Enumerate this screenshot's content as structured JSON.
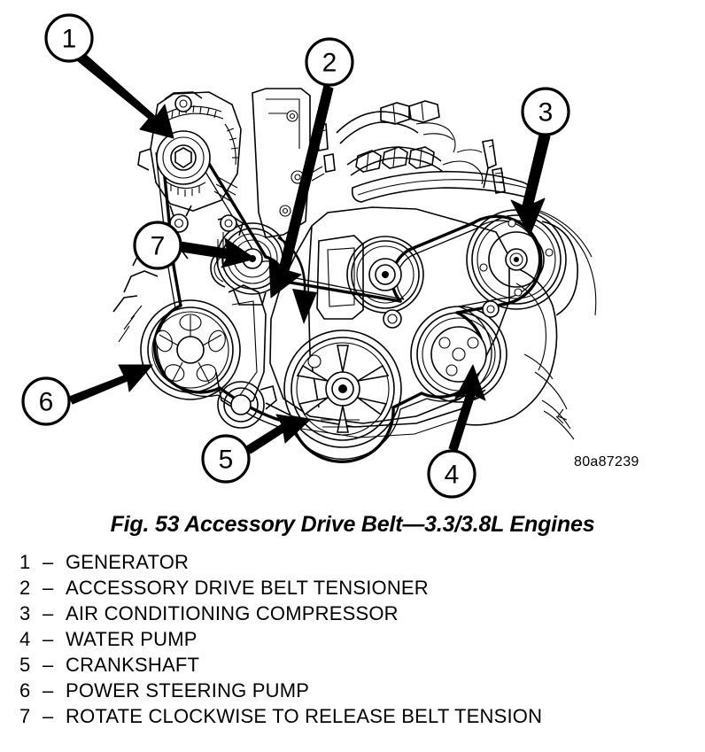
{
  "figure": {
    "caption": "Fig. 53 Accessory Drive Belt—3.3/3.8L Engines",
    "id_code": "80a87239",
    "subject": "engine accessory drive belt routing",
    "background_color": "#ffffff",
    "line_color": "#000000"
  },
  "callouts": [
    {
      "number": "1",
      "label": "GENERATOR"
    },
    {
      "number": "2",
      "label": "ACCESSORY DRIVE BELT TENSIONER"
    },
    {
      "number": "3",
      "label": "AIR CONDITIONING COMPRESSOR"
    },
    {
      "number": "4",
      "label": "WATER PUMP"
    },
    {
      "number": "5",
      "label": "CRANKSHAFT"
    },
    {
      "number": "6",
      "label": "POWER STEERING PUMP"
    },
    {
      "number": "7",
      "label": "ROTATE CLOCKWISE TO RELEASE BELT TENSION"
    }
  ],
  "legend": [
    {
      "number": "1",
      "dash": "–",
      "label": "GENERATOR"
    },
    {
      "number": "2",
      "dash": "–",
      "label": "ACCESSORY DRIVE BELT TENSIONER"
    },
    {
      "number": "3",
      "dash": "–",
      "label": "AIR CONDITIONING COMPRESSOR"
    },
    {
      "number": "4",
      "dash": "–",
      "label": "WATER PUMP"
    },
    {
      "number": "5",
      "dash": "–",
      "label": "CRANKSHAFT"
    },
    {
      "number": "6",
      "dash": "–",
      "label": "POWER STEERING PUMP"
    },
    {
      "number": "7",
      "dash": "–",
      "label": "ROTATE CLOCKWISE TO RELEASE BELT TENSION"
    }
  ]
}
